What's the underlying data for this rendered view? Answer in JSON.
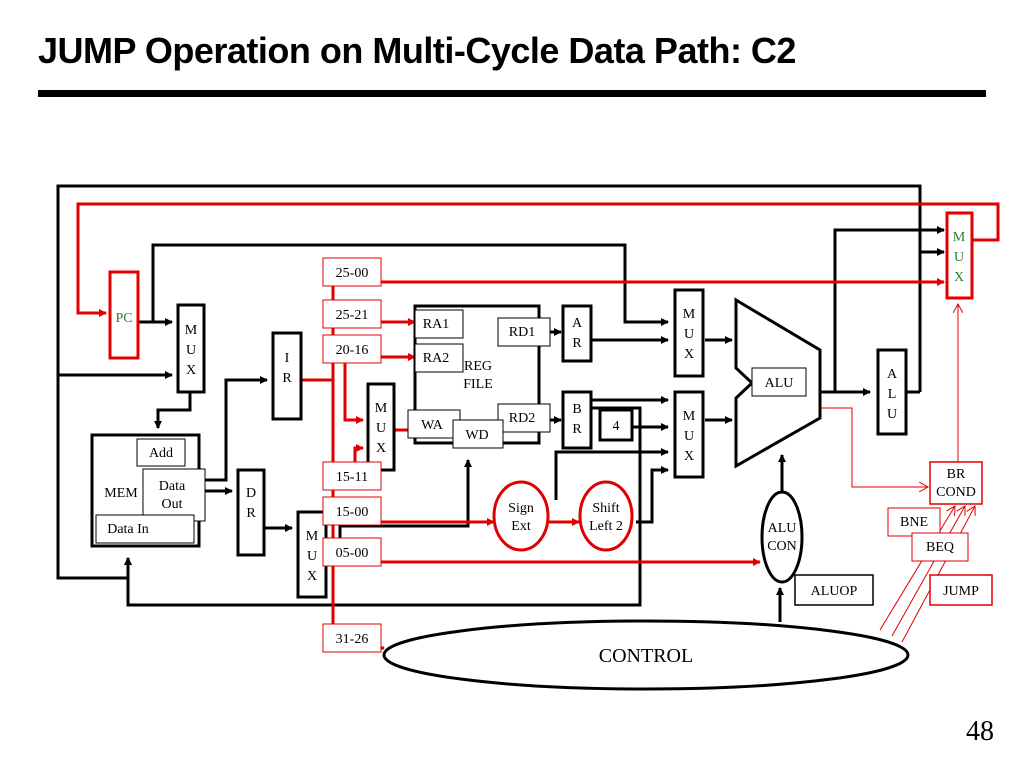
{
  "slide": {
    "title": "JUMP Operation on Multi-Cycle Data Path: C2",
    "page_number": "48"
  },
  "colors": {
    "black": "#000000",
    "red": "#e00000",
    "pc_label": "#2e7d32"
  },
  "blocks": {
    "pc": "PC",
    "mux_letters": [
      "M",
      "U",
      "X"
    ],
    "ir_letters": [
      "I",
      "R"
    ],
    "dr_letters": [
      "D",
      "R"
    ],
    "a_letters": [
      "A",
      "R"
    ],
    "b_letters": [
      "B",
      "R"
    ],
    "alu_out_letters": [
      "A",
      "L",
      "U"
    ],
    "mem": "MEM",
    "add": "Add",
    "data_out": "Data Out",
    "data_in": "Data In",
    "ra1": "RA1",
    "ra2": "RA2",
    "reg_file": "REG FILE",
    "rd1": "RD1",
    "rd2": "RD2",
    "wa": "WA",
    "wd": "WD",
    "alu": "ALU",
    "four": "4",
    "sign_ext": "Sign Ext",
    "shift_left": "Shift Left 2",
    "alu_con": "ALU CON",
    "aluop": "ALUOP",
    "br_cond": "BR COND",
    "bne": "BNE",
    "beq": "BEQ",
    "jump": "JUMP",
    "control": "CONTROL"
  },
  "fields": {
    "f25_00": "25-00",
    "f25_21": "25-21",
    "f20_16": "20-16",
    "f15_11": "15-11",
    "f15_00": "15-00",
    "f05_00": "05-00",
    "f31_26": "31-26"
  }
}
